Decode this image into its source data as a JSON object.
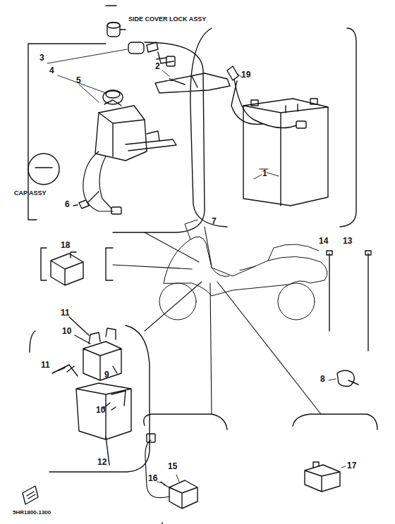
{
  "diagram": {
    "labels": [
      "SIDE COVER LOCK ASSY",
      "3",
      "4",
      "5",
      "CAP ASSY",
      "6",
      "2",
      "19",
      "1",
      "7",
      "18",
      "14",
      "13",
      "11",
      "10",
      "9",
      "11",
      "10",
      "12",
      "8",
      "16",
      "15",
      "17",
      "5HR1800-1300"
    ]
  }
}
